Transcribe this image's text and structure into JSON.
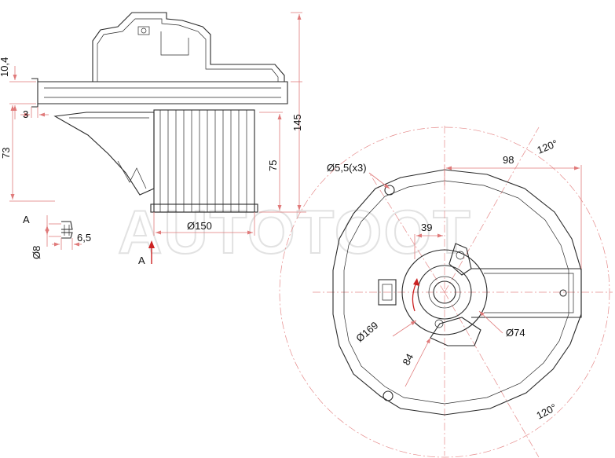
{
  "watermark": "AUTOTOOT",
  "colors": {
    "line": "#2a2a2a",
    "dimension": "#e07a7a",
    "centerline": "#e58a8a",
    "arrow": "#cc2222"
  },
  "side_view": {
    "dims": {
      "d_10_4": "10,4",
      "d_3": "3",
      "d_73": "73",
      "d_145": "145",
      "d_75": "75",
      "d_150": "Ø150"
    },
    "detail": {
      "label_a": "A",
      "d_8": "Ø8",
      "d_6_5": "6,5"
    },
    "view_label": "A"
  },
  "top_view": {
    "dims": {
      "d_5_5": "Ø5,5(x3)",
      "d_98": "98",
      "d_120_top": "120°",
      "d_39": "39",
      "d_169": "Ø169",
      "d_74": "Ø74",
      "d_84": "84",
      "d_120_bottom": "120°"
    }
  }
}
